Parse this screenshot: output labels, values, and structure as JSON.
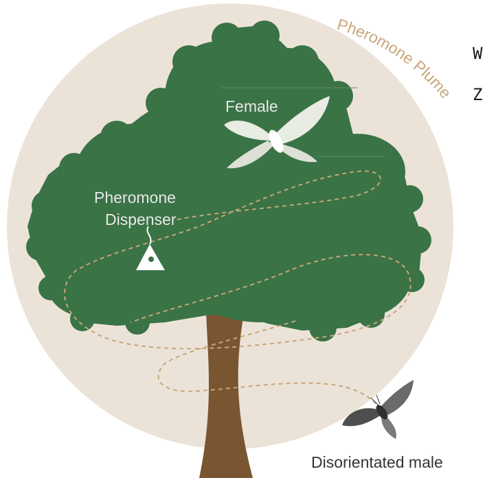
{
  "diagram": {
    "plume_label": "Pheromone Plume",
    "female_label": "Female",
    "dispenser_label_line1": "Pheromone",
    "dispenser_label_line2": "Dispenser",
    "male_label": "Disorientated male",
    "side_text": [
      "W",
      "Z"
    ],
    "colors": {
      "plume_circle": "#ece3d8",
      "canopy": "#3a7346",
      "trunk": "#7a5532",
      "trail": "#c8a679",
      "plume_text": "#c8a679",
      "label_light": "#e8e8e8",
      "label_dark": "#333333"
    },
    "icons": [
      "female-moth-icon",
      "dispenser-trap-icon",
      "male-moth-icon"
    ]
  }
}
